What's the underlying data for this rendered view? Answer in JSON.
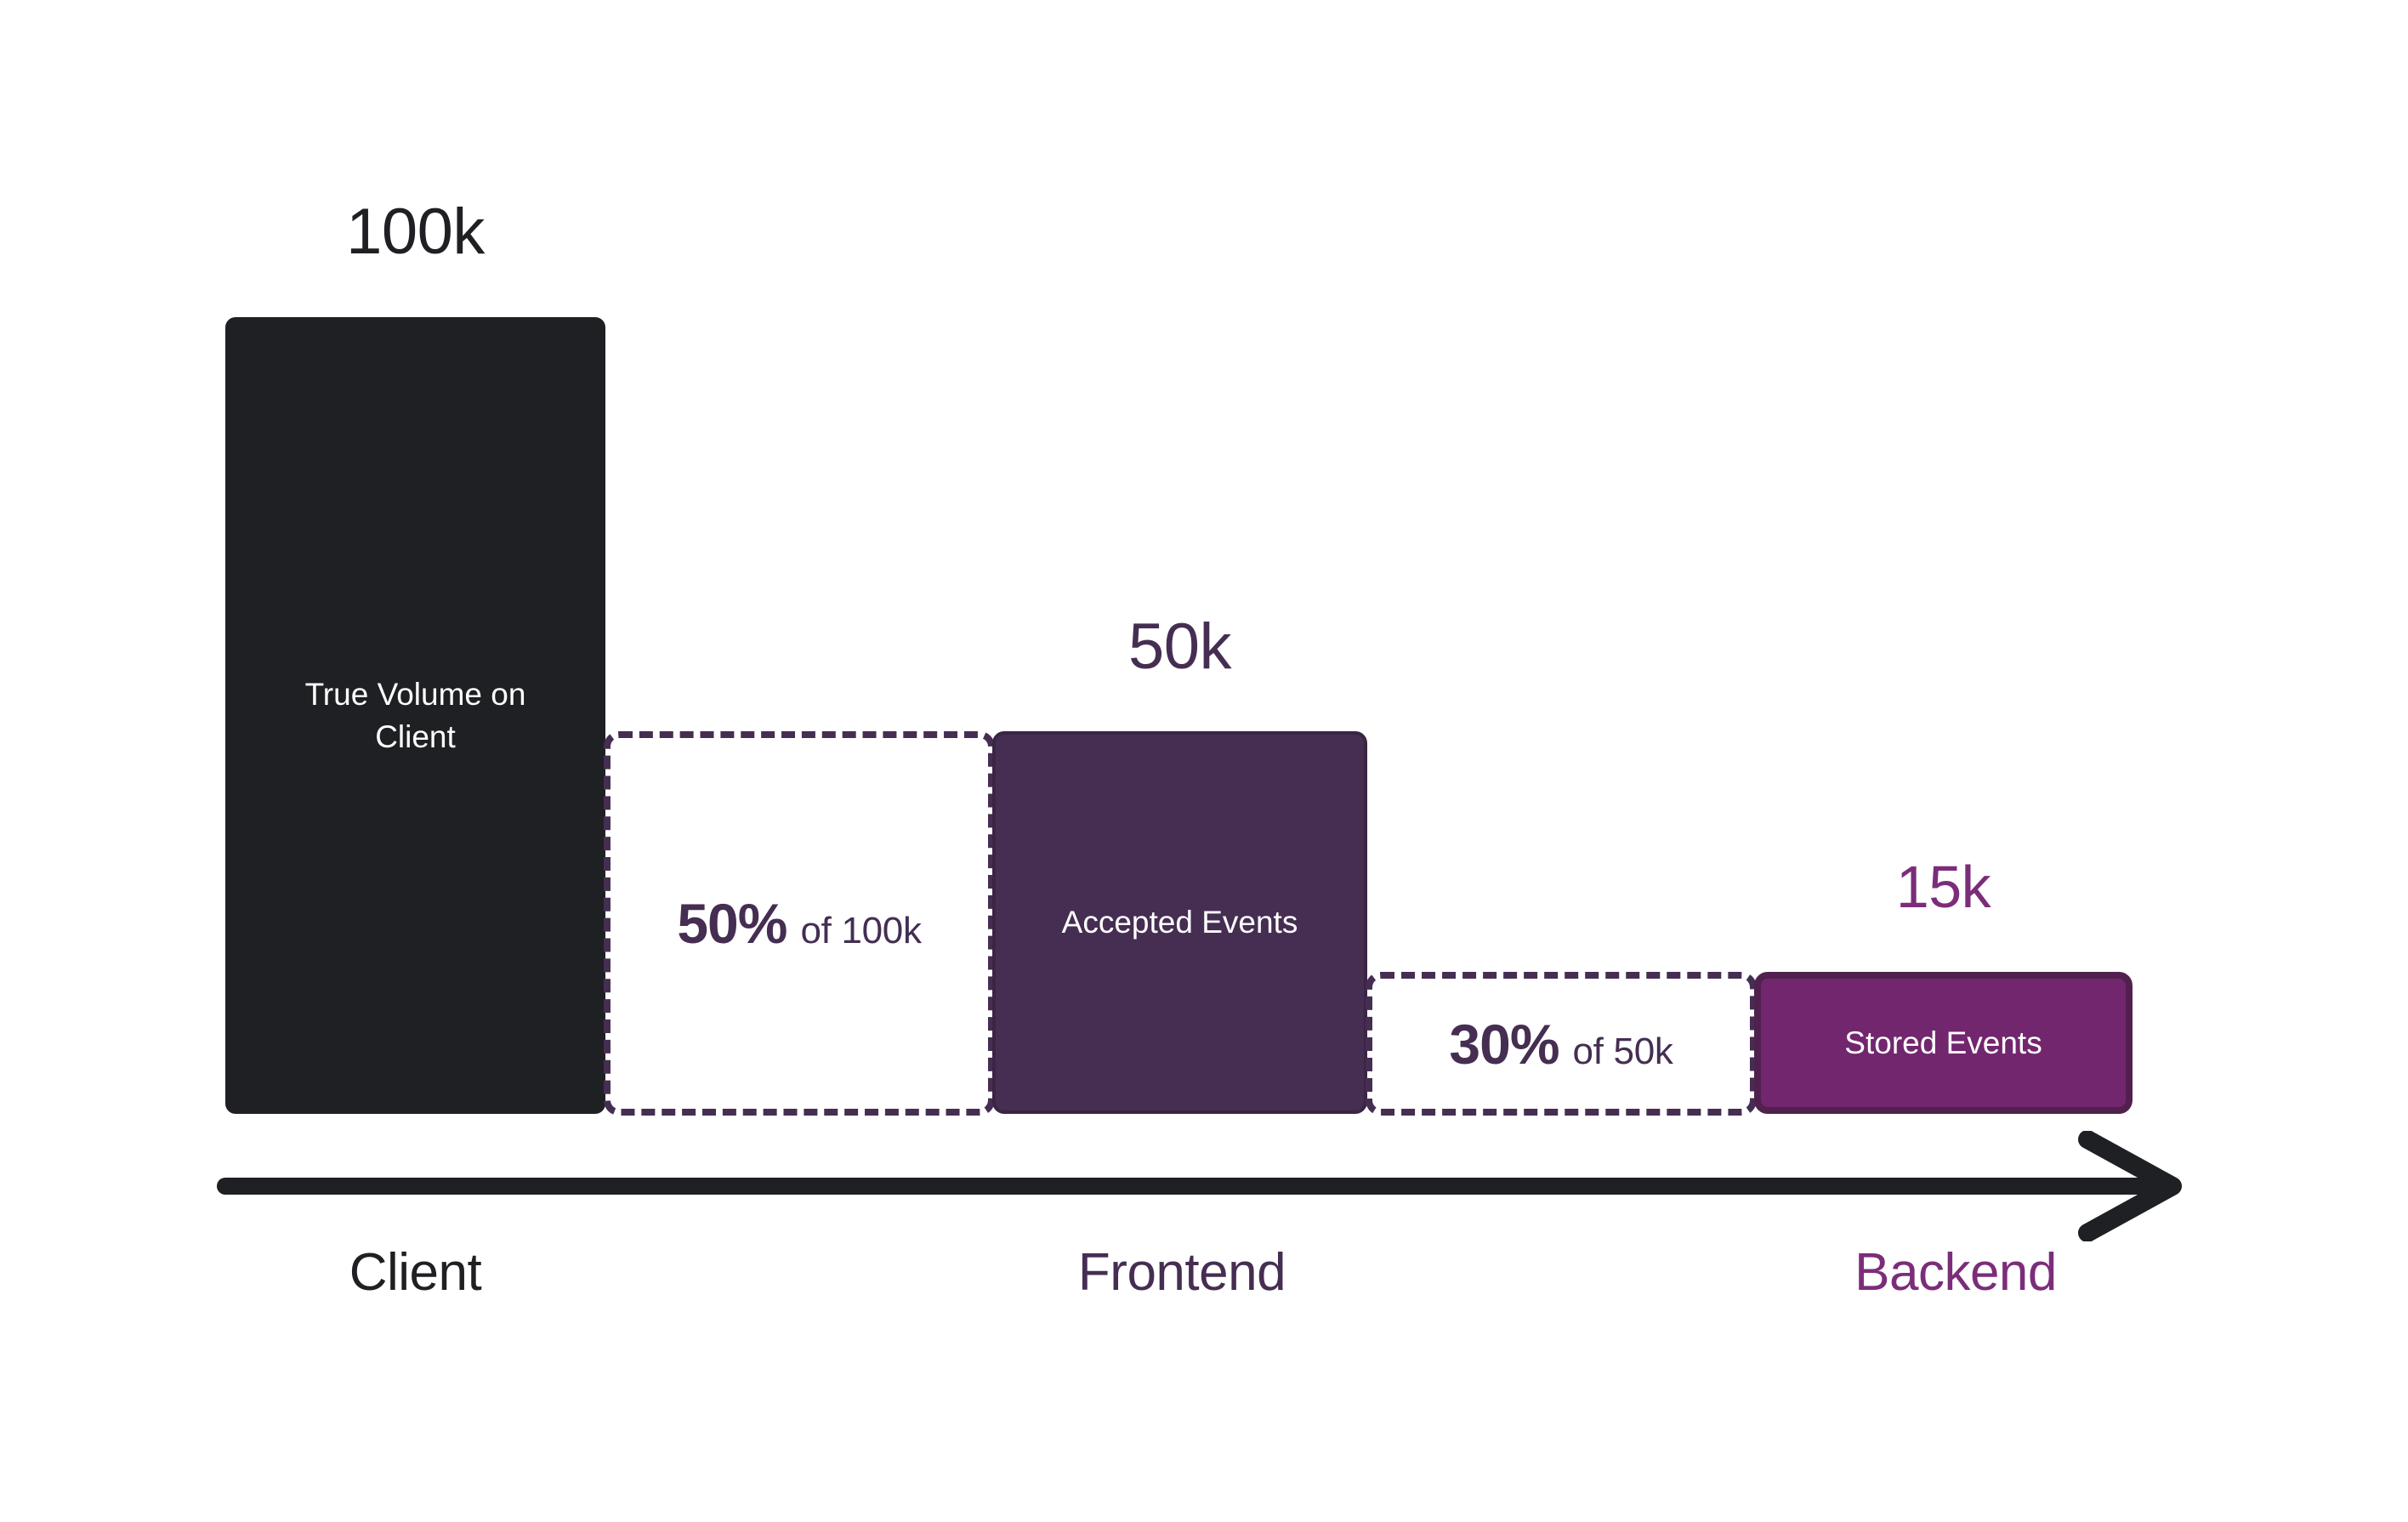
{
  "chart_data": {
    "type": "bar",
    "title": "",
    "subtitle": "",
    "xlabel": "",
    "ylabel": "",
    "grid": false,
    "legend_position": "none",
    "categories": [
      "Client",
      "Frontend",
      "Backend"
    ],
    "values": [
      100000,
      50000,
      15000
    ],
    "value_labels": [
      "100k",
      "50k",
      "15k"
    ],
    "bar_labels": [
      "True Volume on Client",
      "Accepted Events",
      "Stored Events"
    ],
    "bar_colors": [
      "#1F2023",
      "#452E52",
      "#72266E"
    ],
    "dropoffs": [
      {
        "percent": "50%",
        "of_label": "of 100k",
        "from": 100000,
        "to": 50000
      },
      {
        "percent": "30%",
        "of_label": "of 50k",
        "from": 50000,
        "to": 15000
      }
    ],
    "axis_arrow_direction": "right",
    "axis_color": "#1F2023"
  },
  "bars": [
    {
      "value_label": "100k",
      "inner_label": "True Volume on Client",
      "stage_label": "Client",
      "fill": "#1F2023"
    },
    {
      "value_label": "50k",
      "inner_label": "Accepted Events",
      "stage_label": "Frontend",
      "fill": "#452E52"
    },
    {
      "value_label": "15k",
      "inner_label": "Stored Events",
      "stage_label": "Backend",
      "fill": "#72266E"
    }
  ],
  "dropoff_boxes": [
    {
      "percent": "50%",
      "of_text": "of 100k"
    },
    {
      "percent": "30%",
      "of_text": "of 50k"
    }
  ],
  "colors": {
    "background": "#FFFFFF",
    "client_dark": "#1F2023",
    "frontend_purple": "#452E52",
    "backend_purple": "#72266E",
    "backend_text": "#7B2D7A",
    "dashed_stroke": "#452E52",
    "label_light": "#FFFFFF"
  },
  "icons": {
    "axis_arrow": "arrow-right-icon"
  }
}
